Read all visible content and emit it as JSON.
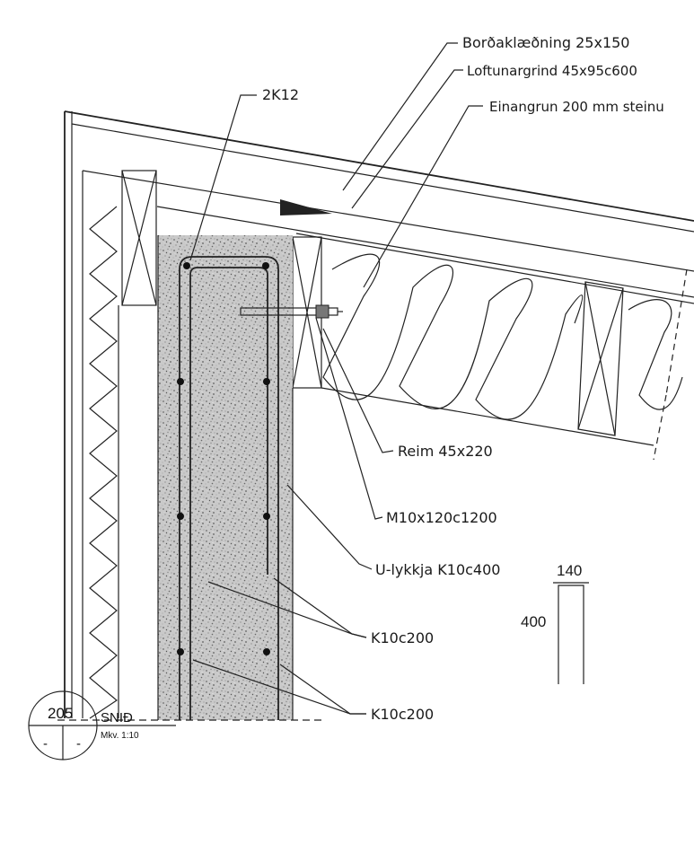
{
  "labels": {
    "bordaklaedning": "Borðaklæðning 25x150",
    "loftunargrind": "Loftunargrind 45x95c600",
    "einangrun": "Einangrun 200 mm steinu",
    "rebar_top": "2K12",
    "reim": "Reim 45x220",
    "bolt": "M10x120c1200",
    "u_lykkja": "U-lykkja K10c400",
    "k10_upper": "K10c200",
    "k10_lower": "K10c200"
  },
  "dimensions": {
    "width": "140",
    "height": "400"
  },
  "title_block": {
    "number": "205",
    "title": "SNIÐ",
    "scale": "Mkv. 1:10",
    "sheet_left": "-",
    "sheet_right": "-"
  }
}
